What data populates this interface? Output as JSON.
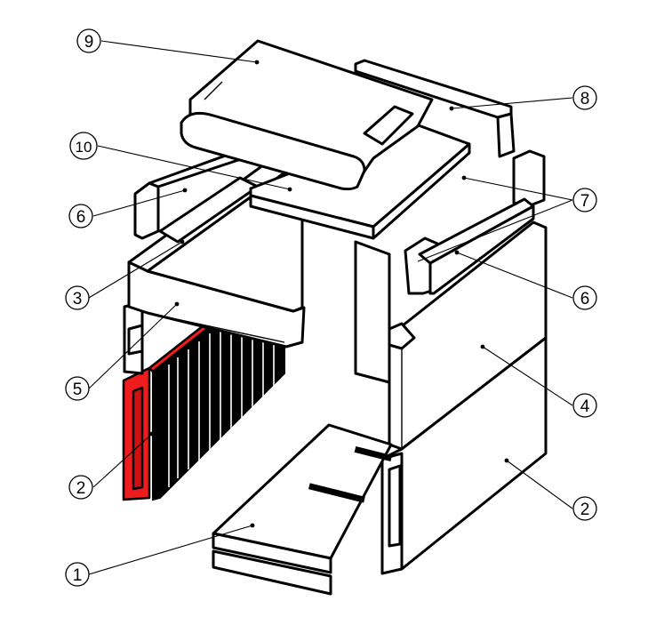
{
  "labels": [
    {
      "id": "label-9",
      "text": "9"
    },
    {
      "id": "label-8",
      "text": "8"
    },
    {
      "id": "label-10",
      "text": "10"
    },
    {
      "id": "label-6a",
      "text": "6"
    },
    {
      "id": "label-7",
      "text": "7"
    },
    {
      "id": "label-3",
      "text": "3"
    },
    {
      "id": "label-6b",
      "text": "6"
    },
    {
      "id": "label-5",
      "text": "5"
    },
    {
      "id": "label-4",
      "text": "4"
    },
    {
      "id": "label-2a",
      "text": "2"
    },
    {
      "id": "label-2b",
      "text": "2"
    },
    {
      "id": "label-1",
      "text": "1"
    }
  ],
  "colors": {
    "highlight": "#ee1c1c",
    "line": "#000000",
    "background": "#ffffff"
  }
}
